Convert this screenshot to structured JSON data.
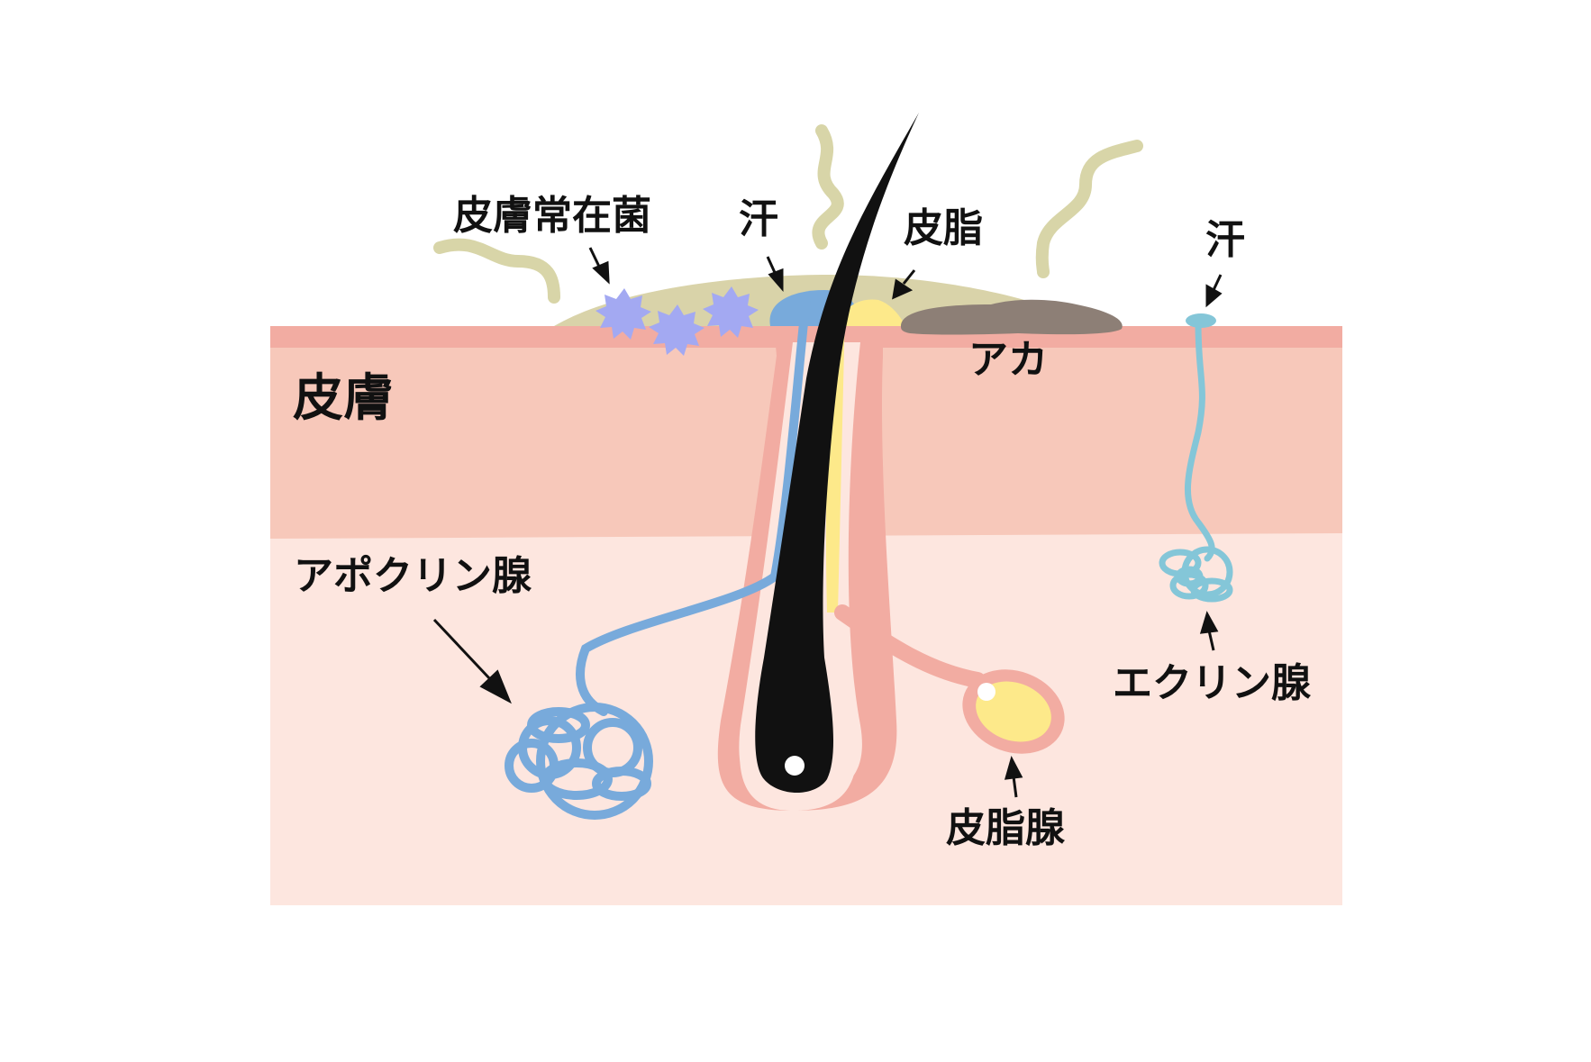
{
  "labels": {
    "resident_bacteria": "皮膚常在菌",
    "sweat_top": "汗",
    "sebum": "皮脂",
    "sweat_right": "汗",
    "dirt": "アカ",
    "skin": "皮膚",
    "apocrine_gland": "アポクリン腺",
    "eccrine_gland": "エクリン腺",
    "sebaceous_gland": "皮脂腺"
  },
  "colors": {
    "epidermis_top": "#f2aca2",
    "dermis": "#f7c8ba",
    "subcutis": "#fde6df",
    "sebum_film": "#d9d3a9",
    "sweat_apocrine": "#78aadb",
    "sweat_eccrine": "#84c6d8",
    "sebum_yellow": "#fde98a",
    "dirt": "#8d7f76",
    "hair": "#111111",
    "bacteria": "#a3a9f2",
    "follicle": "#f2aca2",
    "odor": "#d8d5a8"
  }
}
